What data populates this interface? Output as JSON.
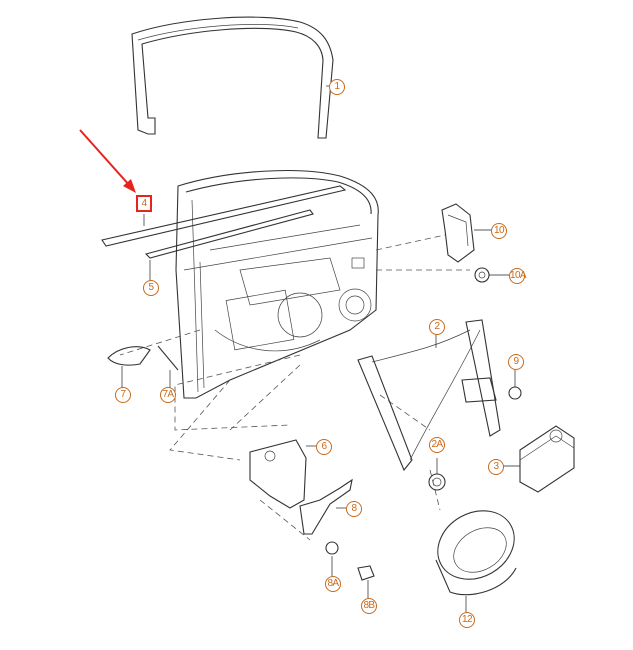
{
  "diagram": {
    "accent_color": "#c86a1c",
    "highlight_color": "#e8231c",
    "callouts": [
      {
        "id": "c1",
        "label": "1"
      },
      {
        "id": "c4",
        "label": "4",
        "selected": true
      },
      {
        "id": "c5",
        "label": "5"
      },
      {
        "id": "c10",
        "label": "10"
      },
      {
        "id": "c10a",
        "label": "10A"
      },
      {
        "id": "c2",
        "label": "2"
      },
      {
        "id": "c9",
        "label": "9"
      },
      {
        "id": "c7",
        "label": "7"
      },
      {
        "id": "c7a",
        "label": "7A"
      },
      {
        "id": "c6",
        "label": "6"
      },
      {
        "id": "c2a",
        "label": "2A"
      },
      {
        "id": "c3",
        "label": "3"
      },
      {
        "id": "c8",
        "label": "8"
      },
      {
        "id": "c8a",
        "label": "8A"
      },
      {
        "id": "c8b",
        "label": "8B"
      },
      {
        "id": "c12",
        "label": "12"
      }
    ]
  }
}
